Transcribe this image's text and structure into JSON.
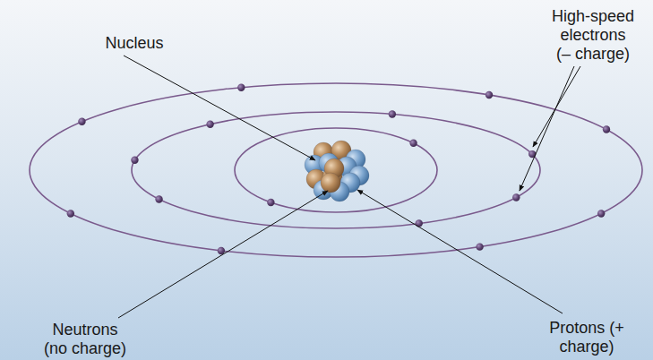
{
  "diagram": {
    "labels": [
      "Nucleus",
      "High-speed electrons (– charge)",
      "Neutrons (no charge)",
      "Protons (+ charge)"
    ]
  }
}
